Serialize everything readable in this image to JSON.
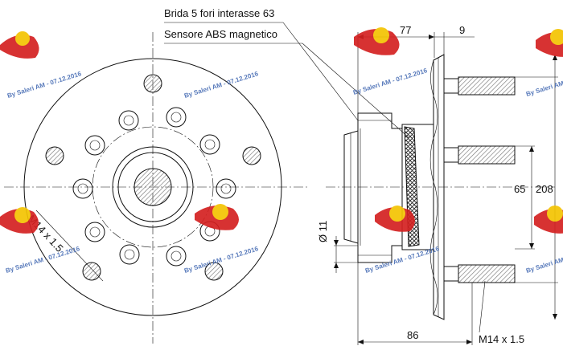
{
  "labels": {
    "flange": "Brida 5 fori interasse 63",
    "sensor": "Sensore ABS magnetico",
    "thread_front": "M14 x 1.5",
    "thread_side": "M14 x 1.5"
  },
  "dimensions": {
    "d77": "77",
    "d9": "9",
    "d65": "65",
    "d208": "208",
    "d11": "Ø 11",
    "d86": "86"
  },
  "watermark": {
    "text": "By Saleri AM - 07.12.2016"
  },
  "colors": {
    "line": "#111111",
    "hatch": "#888888",
    "logo_red": "#d42020",
    "logo_yellow": "#f4c400",
    "watermark": "#4a6fb5"
  }
}
